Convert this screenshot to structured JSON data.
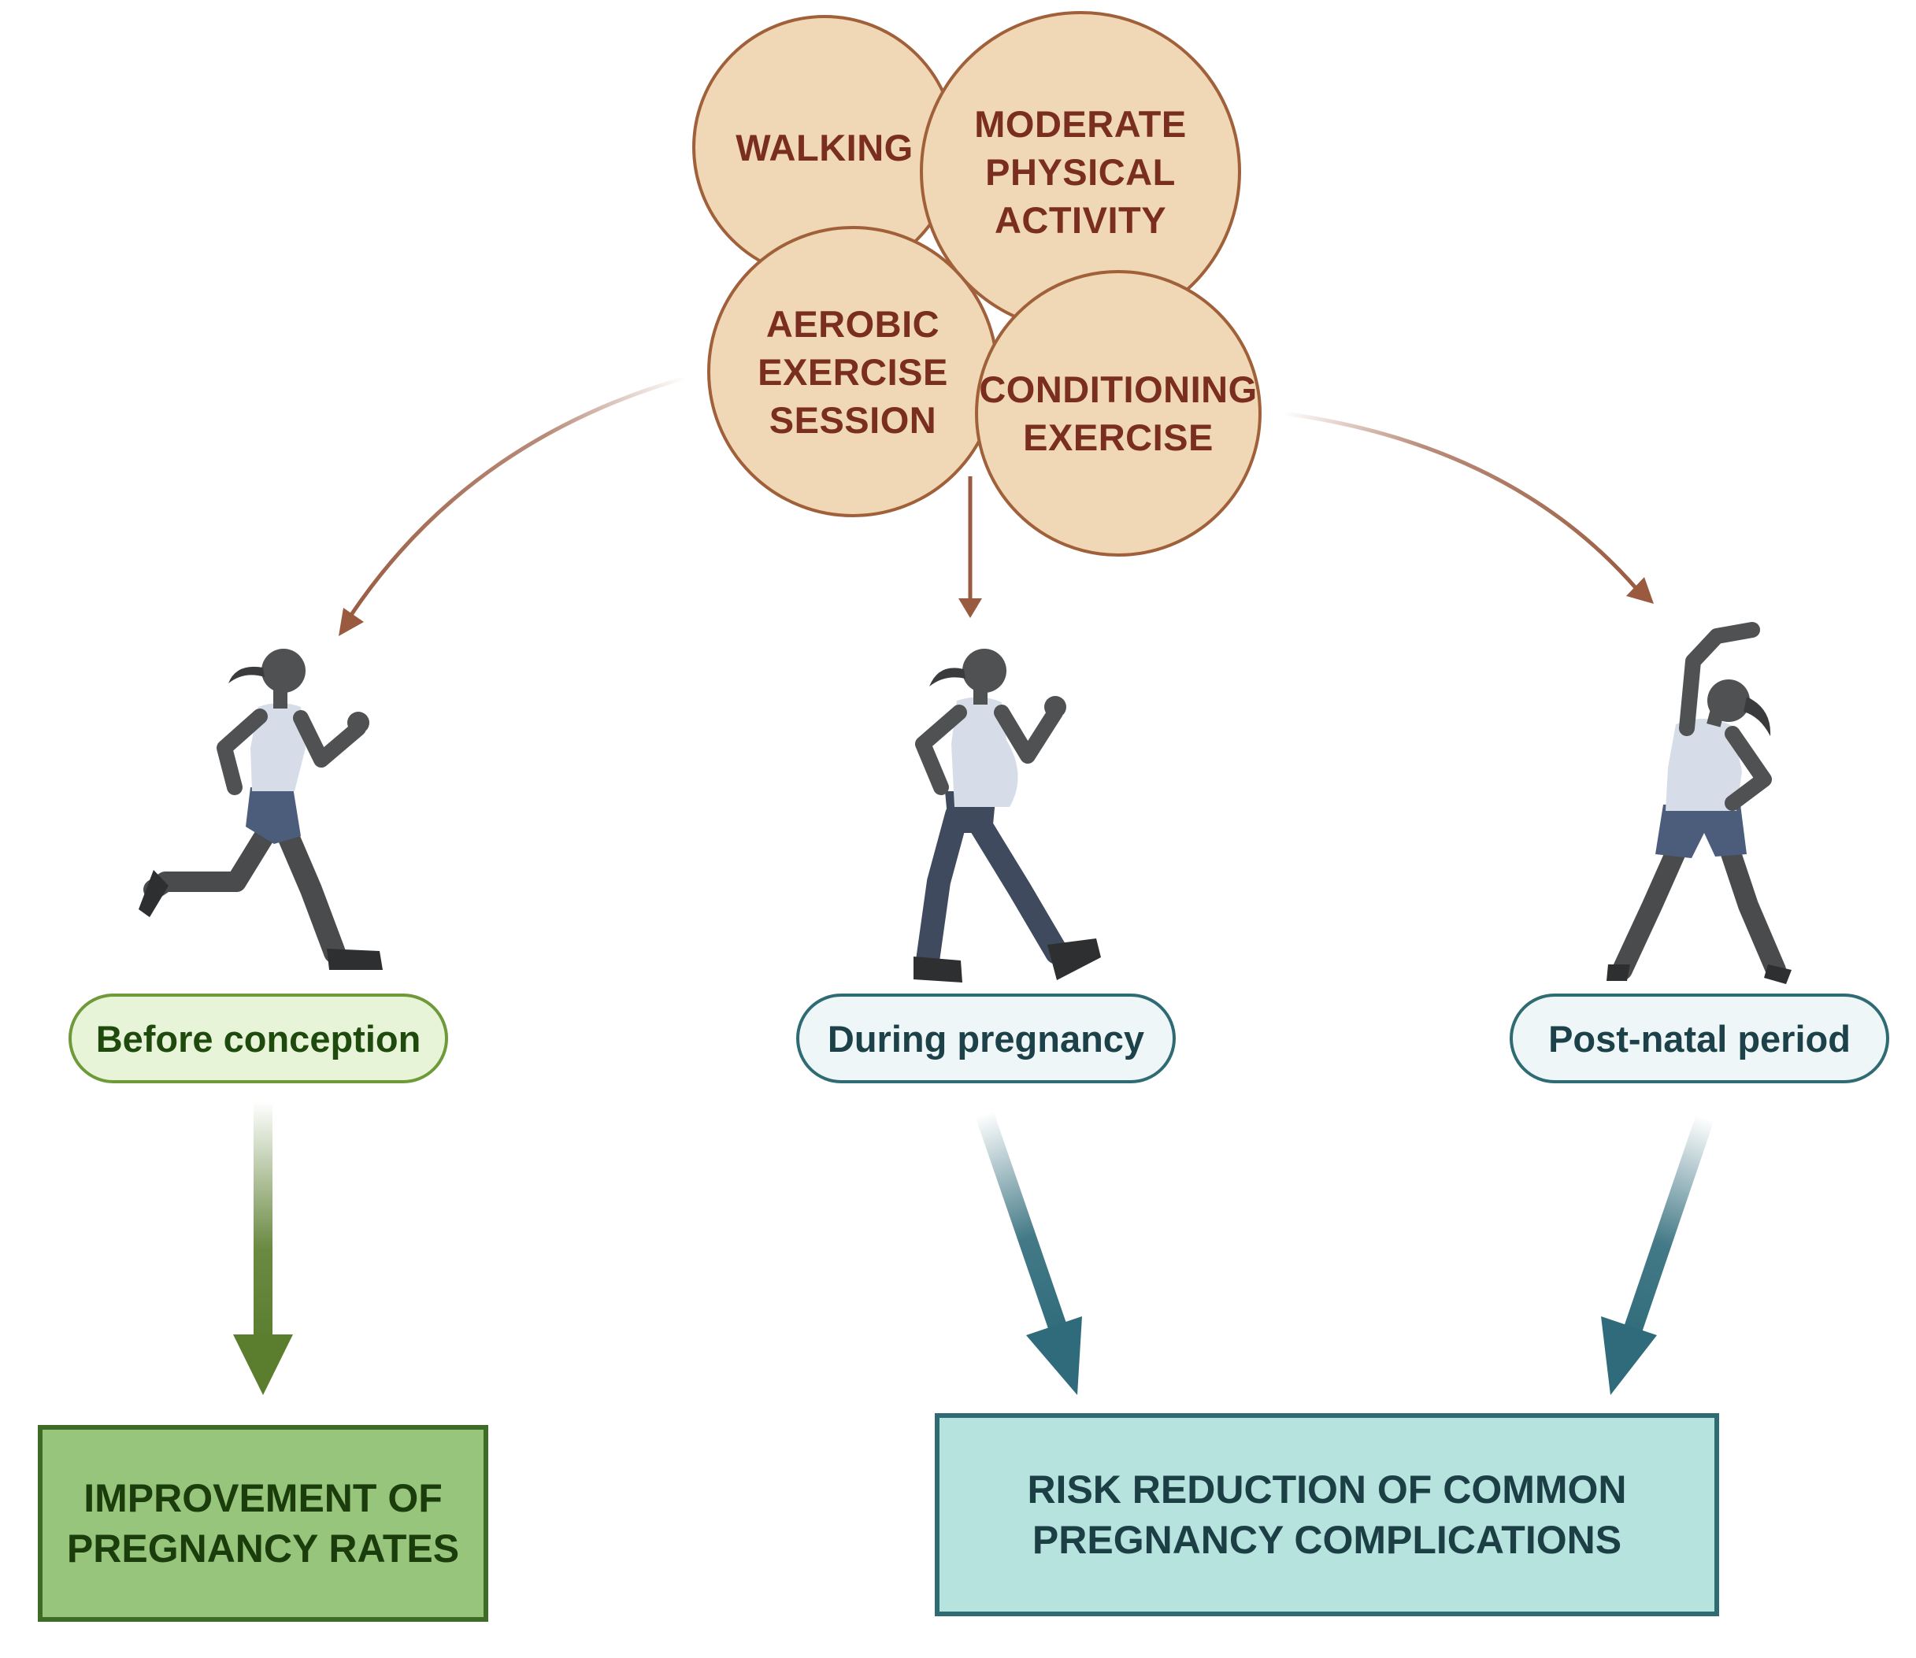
{
  "activities": {
    "walking": [
      "WALKING"
    ],
    "moderate": [
      "MODERATE",
      "PHYSICAL",
      "ACTIVITY"
    ],
    "aerobic": [
      "AEROBIC",
      "EXERCISE",
      "SESSION"
    ],
    "conditioning": [
      "CONDITIONING",
      "EXERCISE"
    ]
  },
  "stages": {
    "before": "Before conception",
    "during": "During pregnancy",
    "post": "Post-natal period"
  },
  "outcomes": {
    "left": [
      "IMPROVEMENT OF",
      "PREGNANCY RATES"
    ],
    "right": [
      "RISK REDUCTION OF COMMON",
      "PREGNANCY COMPLICATIONS"
    ]
  },
  "icons": {
    "before": "running-woman-icon",
    "during": "pregnant-walking-woman-icon",
    "post": "stretching-woman-icon"
  },
  "colors": {
    "circle_fill": "#f0d7b5",
    "circle_stroke": "#a0603a",
    "circle_text": "#7a2e1f",
    "green_dark": "#5a7d2e",
    "teal_dark": "#2f6b7a"
  }
}
